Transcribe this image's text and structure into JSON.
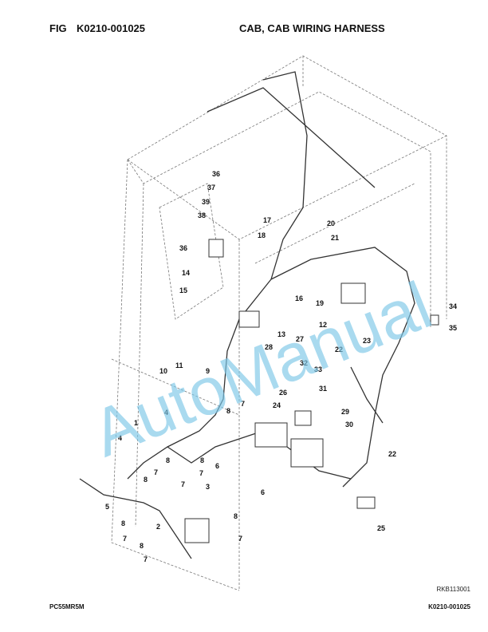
{
  "header": {
    "fig_label": "FIG",
    "fig_code": "K0210-001025",
    "title": "CAB, CAB WIRING HARNESS"
  },
  "watermark": "AutoManual",
  "callouts": [
    "36",
    "37",
    "39",
    "38",
    "36",
    "17",
    "18",
    "20",
    "21",
    "14",
    "15",
    "16",
    "19",
    "12",
    "13",
    "34",
    "35",
    "28",
    "27",
    "22",
    "23",
    "10",
    "11",
    "9",
    "32",
    "33",
    "31",
    "26",
    "24",
    "29",
    "30",
    "8",
    "7",
    "1",
    "4",
    "4",
    "6",
    "6",
    "8",
    "8",
    "7",
    "7",
    "7",
    "8",
    "5",
    "3",
    "8",
    "8",
    "2",
    "7",
    "7",
    "8",
    "7",
    "22",
    "25"
  ],
  "reference": "RKB113001",
  "footer": {
    "model": "PC55MR5M",
    "page_id": "K0210-001025"
  },
  "colors": {
    "line": "#333333",
    "watermark": "#7cc7e8"
  }
}
